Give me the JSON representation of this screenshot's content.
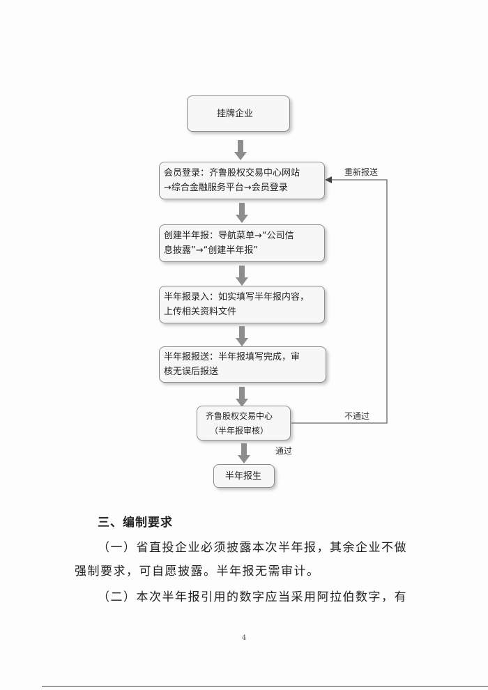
{
  "flowchart": {
    "step1": "挂牌企业",
    "step2_line1": "会员登录：齐鲁股权交易中心网站",
    "step2_line2": "→综合金融服务平台→会员登录",
    "step3_line1": "创建半年报：导航菜单→“公司信",
    "step3_line2": "息披露”→“创建半年报”",
    "step4_line1": "半年报录入：如实填写半年报内容，",
    "step4_line2": "上传相关资料文件",
    "step5_line1": "半年报报送：半年报填写完成，审",
    "step5_line2": "核无误后报送",
    "step6_line1": "齐鲁股权交易中心",
    "step6_line2": "（半年报审核）",
    "step7": "半年报生",
    "label_resubmit": "重新报送",
    "label_fail": "不通过",
    "label_pass": "通过"
  },
  "section": {
    "heading": "三、编制要求",
    "para1_line1": "（一）省直投企业必须披露本次半年报，其余企业不做",
    "para1_line2": "强制要求，可自愿披露。半年报无需审计。",
    "para2_line1": "（二）本次半年报引用的数字应当采用阿拉伯数字，有"
  },
  "page_number": "4"
}
